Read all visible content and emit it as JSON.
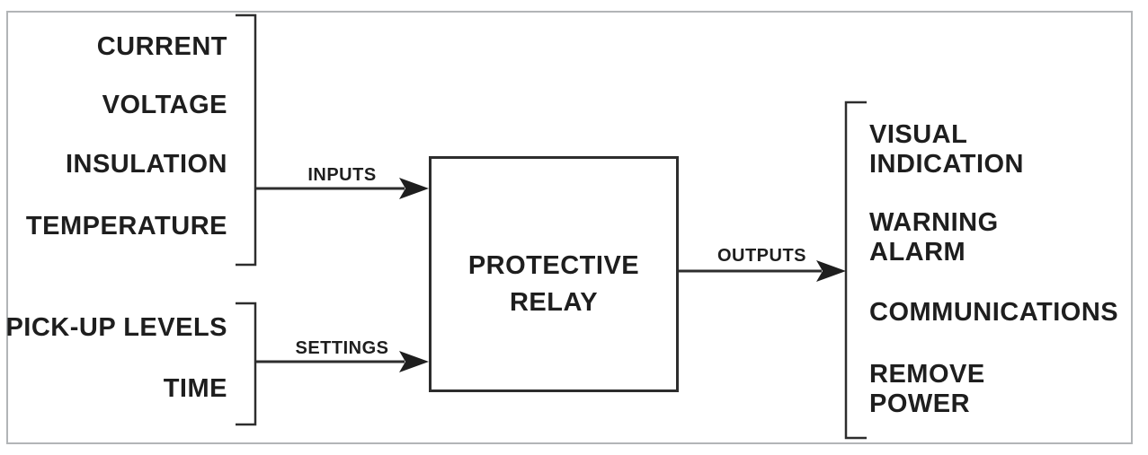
{
  "diagram": {
    "inputs": {
      "arrow_label": "INPUTS",
      "items": [
        "CURRENT",
        "VOLTAGE",
        "INSULATION",
        "TEMPERATURE"
      ]
    },
    "settings": {
      "arrow_label": "SETTINGS",
      "items": [
        "PICK-UP LEVELS",
        "TIME"
      ]
    },
    "relay": {
      "label": "PROTECTIVE\nRELAY"
    },
    "outputs": {
      "arrow_label": "OUTPUTS",
      "items": [
        "VISUAL\nINDICATION",
        "WARNING\nALARM",
        "COMMUNICATIONS",
        "REMOVE\nPOWER"
      ]
    },
    "colors": {
      "text": "#1e1e1e",
      "line": "#2d2d2d",
      "frame": "#b2b5b7",
      "background": "#ffffff"
    }
  }
}
